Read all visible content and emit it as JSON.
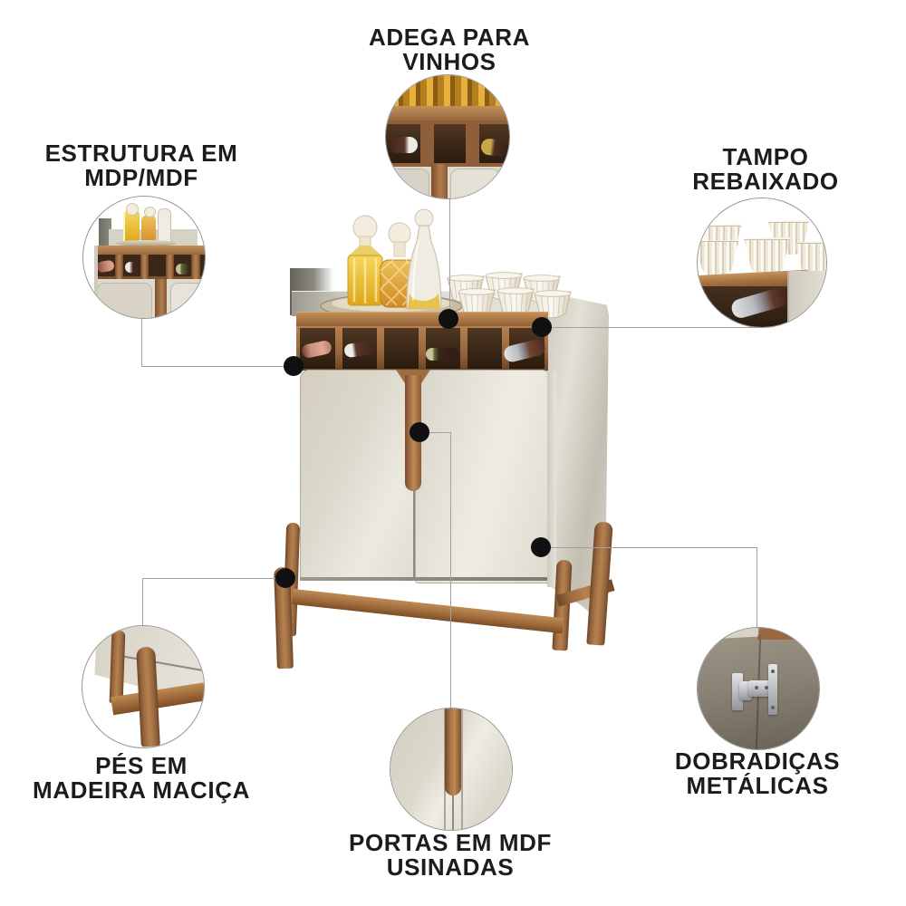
{
  "callouts": {
    "adega": {
      "line1": "ADEGA PARA",
      "line2": "VINHOS"
    },
    "estrutura": {
      "line1": "ESTRUTURA EM",
      "line2": "MDP/MDF"
    },
    "tampo": {
      "line1": "TAMPO",
      "line2": "REBAIXADO"
    },
    "pes": {
      "line1": "PÉS EM",
      "line2": "MADEIRA MACIÇA"
    },
    "portas": {
      "line1": "PORTAS EM MDF",
      "line2": "USINADAS"
    },
    "dobradicas": {
      "line1": "DOBRADIÇAS",
      "line2": "METÁLICAS"
    }
  },
  "colors": {
    "text": "#1C1C1C",
    "line": "#A0A0A0",
    "dot": "#101010",
    "cream": "#DDD8CC",
    "cream_light": "#EDEAE2",
    "cream_dark": "#C7C2B5",
    "wood": "#9A6840",
    "wood_light": "#B5824F",
    "wood_dark": "#6E4626",
    "interior": "#3A2717",
    "amber": "#E8B42C",
    "silver": "#C9CACC",
    "taupe": "#8A8376"
  }
}
